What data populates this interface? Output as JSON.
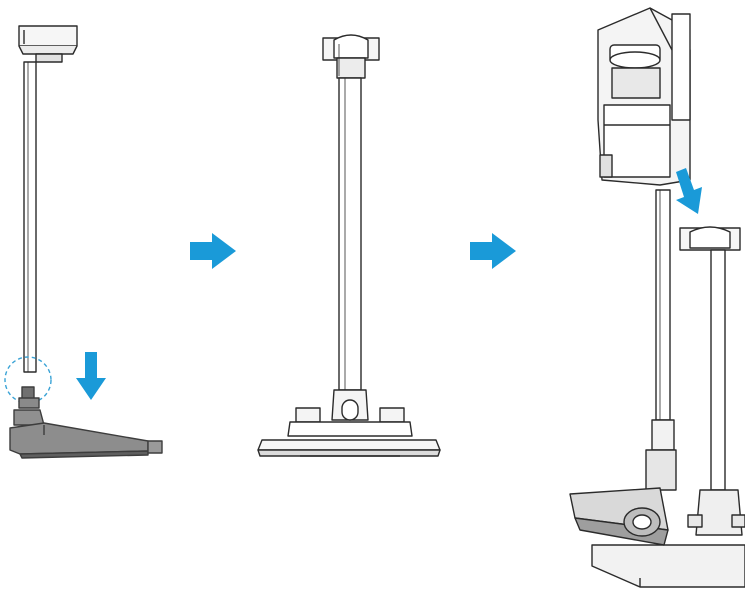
{
  "steps": [
    {
      "id": "step-1",
      "description_icon": "pole-insert-into-base"
    },
    {
      "id": "step-2",
      "description_icon": "assembled-stand"
    },
    {
      "id": "step-3",
      "description_icon": "vacuum-docking-on-stand"
    }
  ],
  "colors": {
    "arrow_blue": "#1a9ad8",
    "line_dark": "#2b2b2b",
    "base_gray": "#8a8a8a",
    "base_dark": "#5f5f5f",
    "guide_dash": "#3aa3d6",
    "fill_light": "#f4f4f4",
    "fill_mid": "#d9d9d9"
  },
  "icons": {
    "step_arrow": "right-arrow-icon",
    "insert_arrow": "down-arrow-icon"
  }
}
